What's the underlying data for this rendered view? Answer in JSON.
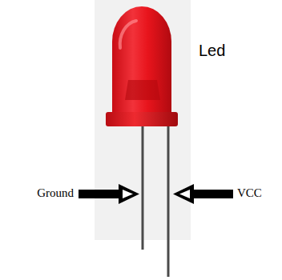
{
  "diagram": {
    "labels": [
      "Led",
      "Ground",
      "VCC"
    ]
  }
}
